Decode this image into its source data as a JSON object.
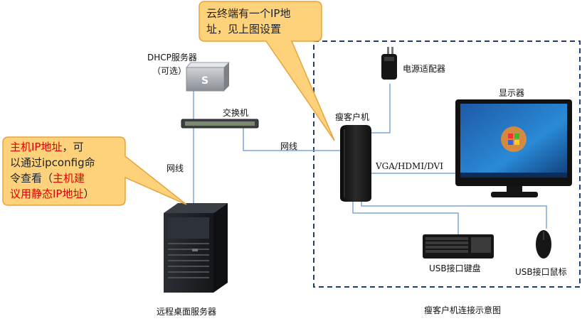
{
  "callout_top": {
    "line1": "云终端有一个IP地",
    "line2": "址，见上图设置"
  },
  "callout_left": {
    "line1_red": "主机IP地址",
    "line1_rest": "，可",
    "line2": "以通过ipconfig命",
    "line3_pre": "令查看（",
    "line3_red": "主机建",
    "line4_red": "议用静态IP地址",
    "line4_rest": "）"
  },
  "labels": {
    "dhcp_server": "DHCP服务器",
    "dhcp_optional": "（可选）",
    "switch": "交换机",
    "cable_left": "网线",
    "cable_mid": "网线",
    "client": "瘦客户机",
    "power_adapter": "电源适配器",
    "monitor": "显示器",
    "video_ports": "VGA/HDMI/DVI",
    "keyboard": "USB接口键盘",
    "mouse": "USB接口鼠标",
    "remote_server": "远程桌面服务器",
    "caption": "瘦客户机连接示意图"
  },
  "colors": {
    "callout_fill": "#fdd27a",
    "callout_stroke": "#e8a33a",
    "line": "#7ea6d8",
    "dashed_border": "#1f3f73",
    "alert": "#e00000"
  }
}
